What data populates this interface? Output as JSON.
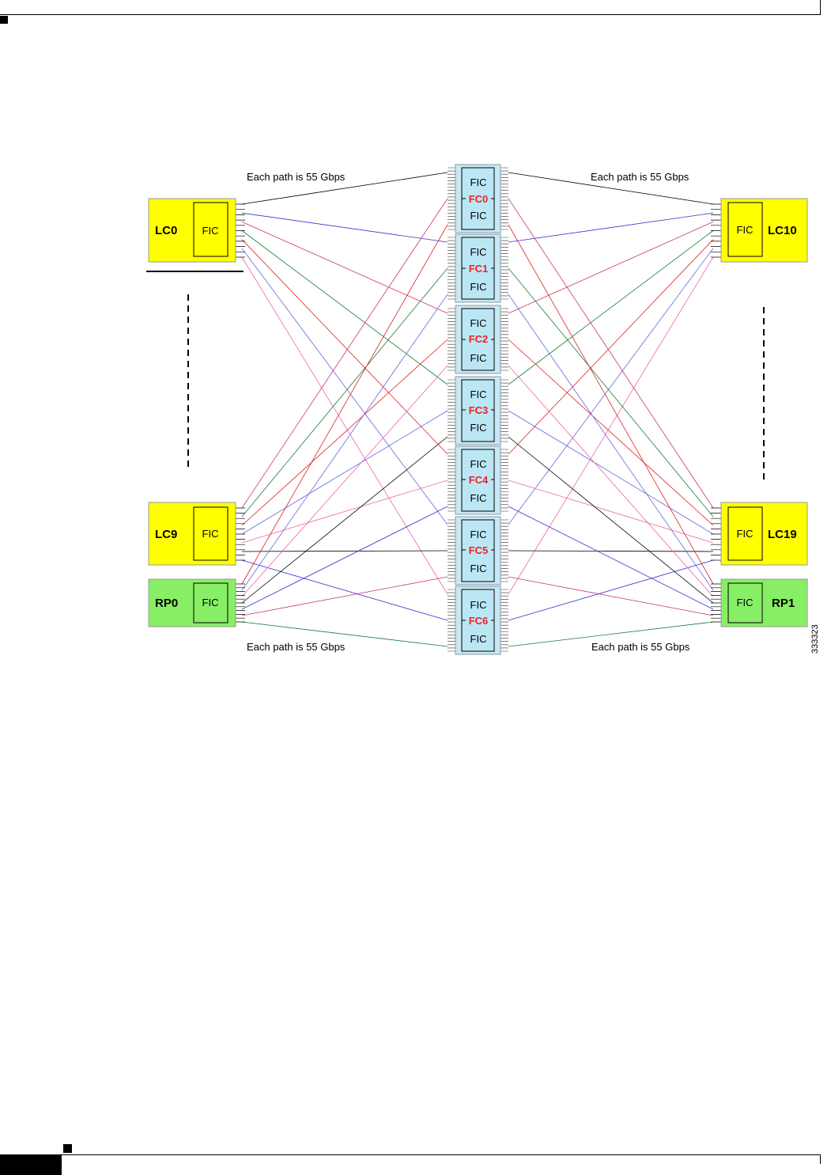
{
  "labels": {
    "path_top_left": "Each path is 55 Gbps",
    "path_top_right": "Each path is 55 Gbps",
    "path_bottom_left": "Each path is 55 Gbps",
    "path_bottom_right": "Each path is 55 Gbps",
    "figure_id": "333323"
  },
  "left_cards": [
    {
      "id": "LC0",
      "name": "LC0",
      "fic": "FIC",
      "kind": "lc"
    },
    {
      "id": "LC9",
      "name": "LC9",
      "fic": "FIC",
      "kind": "lc"
    },
    {
      "id": "RP0",
      "name": "RP0",
      "fic": "FIC",
      "kind": "rp"
    }
  ],
  "right_cards": [
    {
      "id": "LC10",
      "name": "LC10",
      "fic": "FIC",
      "kind": "lc"
    },
    {
      "id": "LC19",
      "name": "LC19",
      "fic": "FIC",
      "kind": "lc"
    },
    {
      "id": "RP1",
      "name": "RP1",
      "fic": "FIC",
      "kind": "rp"
    }
  ],
  "fabric_cards": [
    {
      "name": "FC0",
      "fic_top": "FIC",
      "fic_bottom": "FIC"
    },
    {
      "name": "FC1",
      "fic_top": "FIC",
      "fic_bottom": "FIC"
    },
    {
      "name": "FC2",
      "fic_top": "FIC",
      "fic_bottom": "FIC"
    },
    {
      "name": "FC3",
      "fic_top": "FIC",
      "fic_bottom": "FIC"
    },
    {
      "name": "FC4",
      "fic_top": "FIC",
      "fic_bottom": "FIC"
    },
    {
      "name": "FC5",
      "fic_top": "FIC",
      "fic_bottom": "FIC"
    },
    {
      "name": "FC6",
      "fic_top": "FIC",
      "fic_bottom": "FIC"
    }
  ],
  "link_colors": [
    "#000000",
    "#3333cc",
    "#cc3377",
    "#1a7a3a",
    "#dd2222",
    "#6666dd",
    "#ee66aa"
  ],
  "colors": {
    "lc_fill": "#ffff00",
    "rp_fill": "#88ee66",
    "fc_fill": "#bbe6f4",
    "fc_label": "#ee2222"
  }
}
